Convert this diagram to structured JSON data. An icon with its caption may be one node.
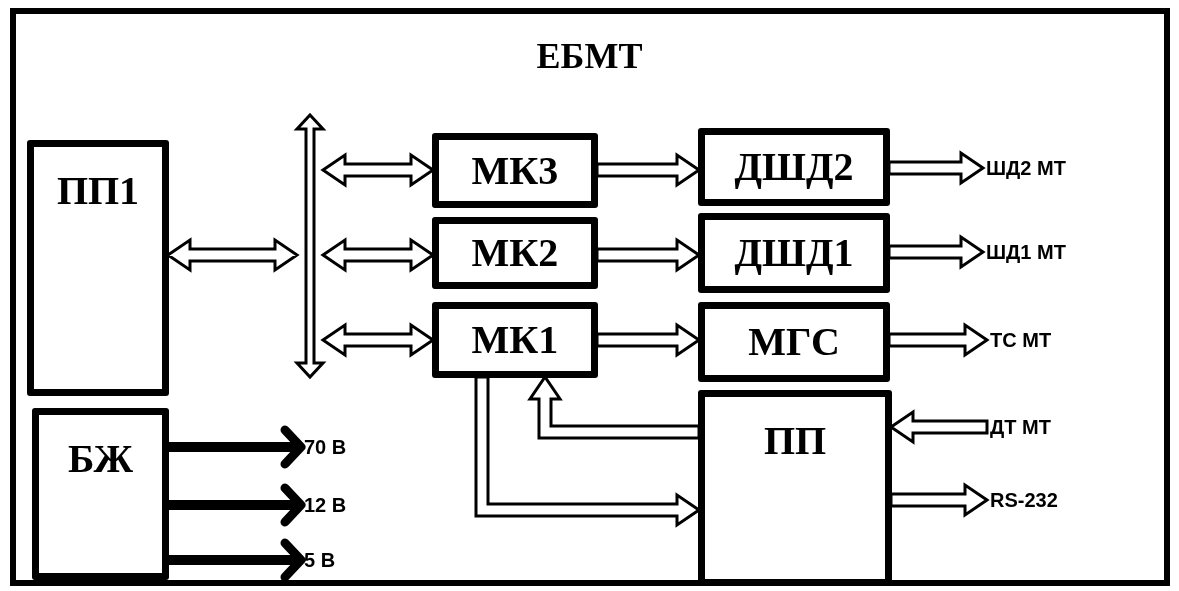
{
  "diagram": {
    "title": "ЕБМТ",
    "nodes": [
      {
        "text": [
          "ПП1"
        ]
      },
      {
        "text": [],
        "shape": "bar"
      },
      {
        "text": [
          "МК3"
        ]
      },
      {
        "text": [
          "МК2"
        ]
      },
      {
        "text": [
          "МК1"
        ]
      },
      {
        "text": [
          "ДШД2"
        ]
      },
      {
        "text": [
          "ДШД1"
        ]
      },
      {
        "text": [
          "МГС"
        ]
      },
      {
        "text": [
          "ПП"
        ]
      },
      {
        "text": [
          "БЖ"
        ]
      },
      {
        "text": [
          "ШД2 МТ"
        ]
      },
      {
        "text": [
          "ШД1 МТ"
        ]
      },
      {
        "text": [
          "ТС МТ"
        ]
      },
      {
        "text": [
          "ДТ МТ"
        ]
      },
      {
        "text": [
          "RS-232"
        ]
      },
      {
        "text": [
          "70 В"
        ]
      },
      {
        "text": [
          "12 В"
        ]
      },
      {
        "text": [
          "5 В"
        ]
      }
    ],
    "edges": [
      {
        "from": 0,
        "to": 1,
        "arrow": "both",
        "style": "thick"
      },
      {
        "from": 1,
        "to": 2,
        "arrow": "both",
        "style": "thick"
      },
      {
        "from": 1,
        "to": 3,
        "arrow": "both",
        "style": "thick"
      },
      {
        "from": 1,
        "to": 4,
        "arrow": "both",
        "style": "thick"
      },
      {
        "from": 2,
        "to": 5,
        "arrow": "to",
        "style": "thick"
      },
      {
        "from": 3,
        "to": 6,
        "arrow": "to",
        "style": "thick"
      },
      {
        "from": 4,
        "to": 7,
        "arrow": "to",
        "style": "thick"
      },
      {
        "from": 5,
        "to": 10,
        "arrow": "to",
        "style": "thick"
      },
      {
        "from": 6,
        "to": 11,
        "arrow": "to",
        "style": "thick"
      },
      {
        "from": 7,
        "to": 12,
        "arrow": "to",
        "style": "thick"
      },
      {
        "from": 13,
        "to": 8,
        "arrow": "to",
        "style": "thick"
      },
      {
        "from": 8,
        "to": 14,
        "arrow": "to",
        "style": "thick"
      },
      {
        "from": 8,
        "to": 4,
        "arrow": "to",
        "style": "thick"
      },
      {
        "from": 4,
        "to": 8,
        "arrow": "to",
        "style": "thick"
      },
      {
        "from": 9,
        "to": 15,
        "arrow": "to"
      },
      {
        "from": 9,
        "to": 16,
        "arrow": "to"
      },
      {
        "from": 9,
        "to": 17,
        "arrow": "to"
      }
    ]
  }
}
